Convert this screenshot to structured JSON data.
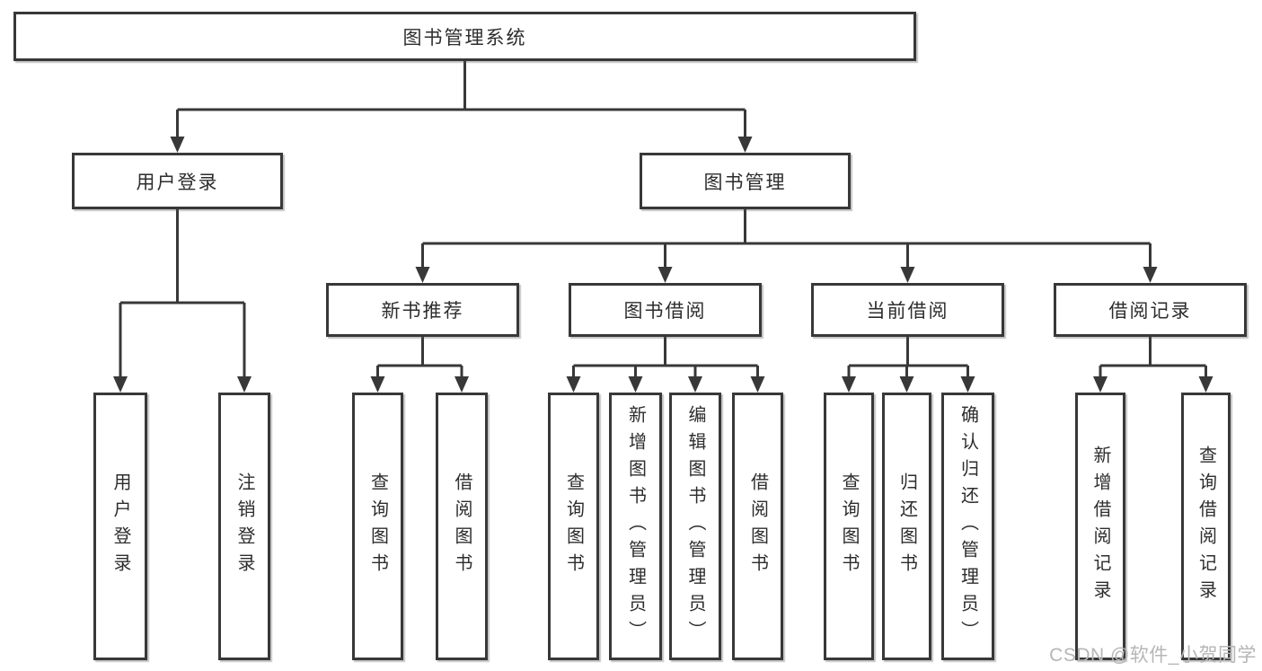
{
  "root": {
    "label": "图书管理系统"
  },
  "branches": [
    {
      "label": "用户登录",
      "children": [
        {
          "label": "用户登录"
        },
        {
          "label": "注销登录"
        }
      ]
    },
    {
      "label": "图书管理",
      "groups": [
        {
          "label": "新书推荐",
          "children": [
            {
              "label": "查询图书"
            },
            {
              "label": "借阅图书"
            }
          ]
        },
        {
          "label": "图书借阅",
          "children": [
            {
              "label": "查询图书"
            },
            {
              "label": "新增图书（管理员）"
            },
            {
              "label": "编辑图书（管理员）"
            },
            {
              "label": "借阅图书"
            }
          ]
        },
        {
          "label": "当前借阅",
          "children": [
            {
              "label": "查询图书"
            },
            {
              "label": "归还图书"
            },
            {
              "label": "确认归还（管理员）"
            }
          ]
        },
        {
          "label": "借阅记录",
          "children": [
            {
              "label": "新增借阅记录"
            },
            {
              "label": "查询借阅记录"
            }
          ]
        }
      ]
    }
  ],
  "watermark": {
    "text": "CSDN @软件_小贺同学"
  },
  "colors": {
    "line": "#383838",
    "box_border": "#383838",
    "text": "#2d2d2d",
    "watermark": "#b6b6b6",
    "background": "#ffffff"
  }
}
